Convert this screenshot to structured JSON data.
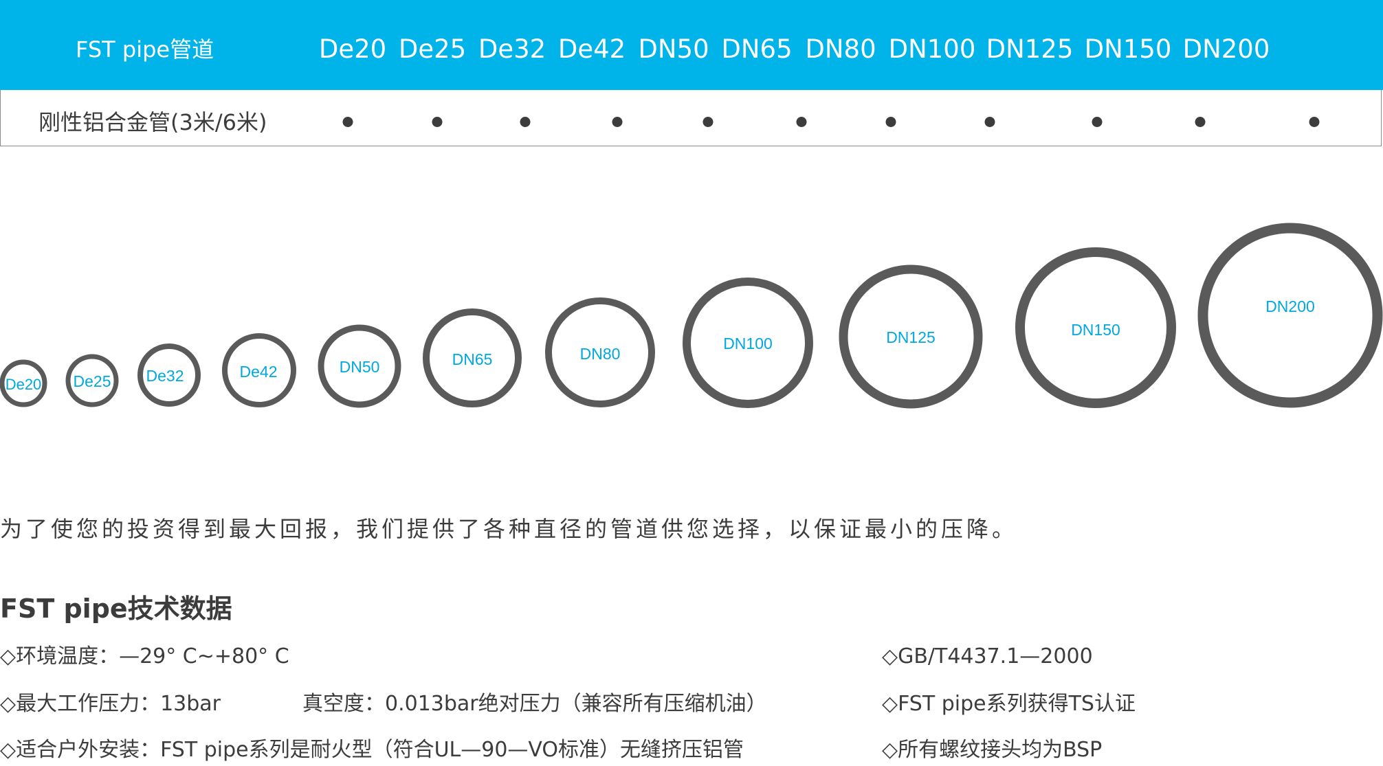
{
  "header": {
    "title": "FST pipe管道",
    "sizes": [
      "De20",
      "De25",
      "De32",
      "De42",
      "DN50",
      "DN65",
      "DN80",
      "DN100",
      "DN125",
      "DN150",
      "DN200"
    ]
  },
  "availability_row": {
    "label": "刚性铝合金管(3米/6米)",
    "marker": "●"
  },
  "diagram": {
    "ring_labels": [
      "De20",
      "De25",
      "De32",
      "De42",
      "DN50",
      "DN65",
      "DN80",
      "DN100",
      "DN125",
      "DN150",
      "DN200"
    ],
    "ring_color": "#5a5a5a",
    "label_color": "#00a8e0"
  },
  "intro": "为了使您的投资得到最大回报，我们提供了各种直径的管道供您选择，以保证最小的压降。",
  "tech": {
    "heading": "FST pipe技术数据",
    "left": [
      "◇环境温度：—29° C~+80° C",
      "◇最大工作压力：13bar",
      "◇适合户外安装：FST pipe系列是耐火型（符合UL—90—VO标准）无缝挤压铝管"
    ],
    "middle": "真空度：0.013bar绝对压力（兼容所有压缩机油）",
    "right": [
      "◇GB/T4437.1—2000",
      "◇FST pipe系列获得TS认证",
      "◇所有螺纹接头均为BSP"
    ]
  },
  "colors": {
    "header_bg": "#00b4ea",
    "text": "#3c3c3c"
  }
}
